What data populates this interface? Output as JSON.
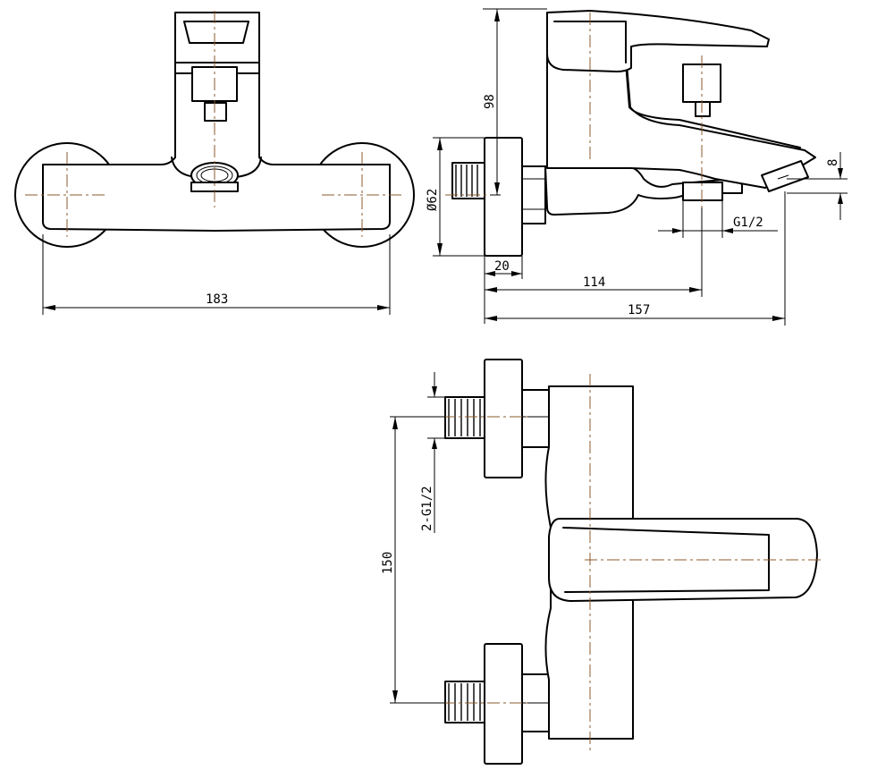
{
  "dimensions": {
    "width_overall": "183",
    "height_98": "98",
    "diameter": "Ø62",
    "depth_20": "20",
    "spout_114": "114",
    "overall_157": "157",
    "spout_8": "8",
    "outlet_thread": "G1/2",
    "inlet_thread": "2-G1/2",
    "centers_150": "150"
  },
  "colors": {
    "line": "#000000",
    "centerline": "#8b5a2b",
    "background": "#ffffff"
  }
}
